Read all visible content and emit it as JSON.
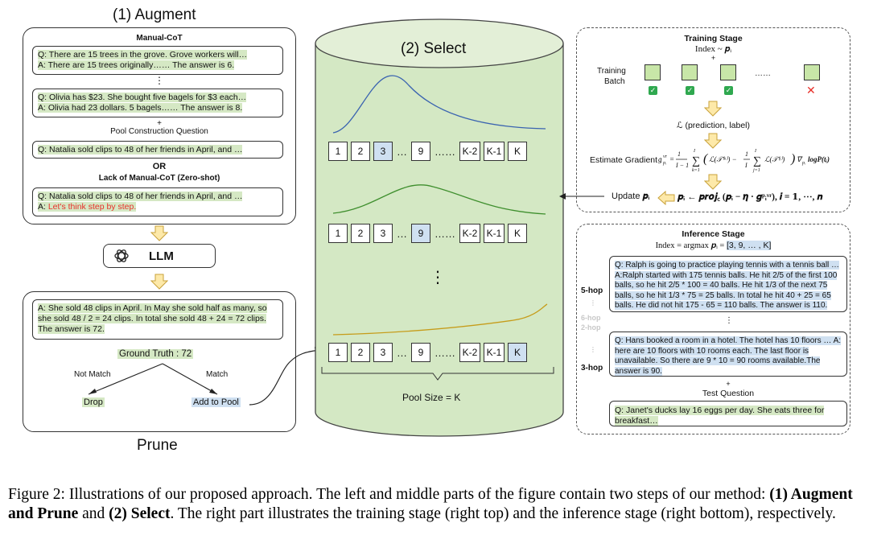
{
  "augment": {
    "title": "(1) Augment",
    "manual_cot": "Manual-CoT",
    "q1": "Q: There are 15 trees in the grove. Grove workers will…",
    "a1": "A: There are 15 trees originally…… The answer is 6.",
    "ellipsis": "⋮",
    "q2": "Q: Olivia has $23. She bought five bagels for $3 each…",
    "a2": "A: Olivia had 23 dollars. 5 bagels…… The answer is 8.",
    "plus": "+",
    "pool_question_label": "Pool Construction Question",
    "pool_q": "Q: Natalia sold clips to 48 of her friends in April, and …",
    "or": "OR",
    "lack_label": "Lack of Manual-CoT (Zero-shot)",
    "zs_q": "Q: Natalia sold clips to 48 of her friends in April, and …",
    "zs_a_prefix": "A: ",
    "zs_a_red": "Let's think step by step.",
    "llm": "LLM"
  },
  "prune": {
    "title": "Prune",
    "answer": "A: She sold 48 clips in April. In May she sold half as many, so she sold 48 / 2 = 24 clips. In total she sold 48 + 24 = 72 clips. The answer is 72.",
    "ground_truth": "Ground Truth : 72",
    "not_match": "Not Match",
    "match": "Match",
    "drop": "Drop",
    "add": "Add to Pool"
  },
  "select": {
    "title": "(2) Select",
    "cells": [
      "1",
      "2",
      "3",
      "…",
      "9",
      "……",
      "K-2",
      "K-1",
      "K"
    ],
    "vdots": "⋮",
    "pool_size": "Pool Size = K"
  },
  "training": {
    "title": "Training Stage",
    "index": "Index ~ 𝒑ᵢ",
    "plus": "+",
    "batch_label_1": "Training",
    "batch_label_2": "Batch",
    "hdots": "……",
    "loss": "ℒ (prediction, label)",
    "estimate": "Estimate Gradient :",
    "update": "Update",
    "update_var": "𝒑ᵢ",
    "update_rule": "𝒑ᵢ ← 𝒑𝒓𝒐𝒋꜀ (𝒑ᵢ − 𝜼 · 𝒈ᵖᵢᵛʳ), 𝒊 = 𝟏, ⋯, 𝒏"
  },
  "inference": {
    "title": "Inference Stage",
    "index_prefix": "Index = argmax 𝒑ᵢ = ",
    "index_value": "[3, 9, … , K]",
    "hop5": "5-hop",
    "hop6": "6-hop",
    "hop2": "2-hop",
    "hop3": "3-hop",
    "ex1": "Q: Ralph is going to practice playing tennis with a tennis ball … A:Ralph started with 175 tennis balls. He hit 2/5 of the first 100 balls, so he hit 2/5 * 100 = 40 balls. He hit 1/3 of the next 75 balls, so he hit 1/3 * 75 = 25 balls. In total he hit 40 + 25 = 65 balls. He did not hit 175 - 65 = 110 balls. The answer is 110.",
    "ex2": "Q: Hans booked a room in a hotel. The hotel has 10 floors … A: here are 10 floors with 10 rooms each. The last floor is unavailable. So there are 9 * 10 = 90 rooms available.The answer is 90.",
    "plus": "+",
    "test_label": "Test Question",
    "test_q": "Q: Janet's ducks lay 16 eggs per day. She eats three for breakfast…"
  },
  "caption": {
    "prefix": "Figure 2: Illustrations of our proposed approach. The left and middle parts of the figure contain two steps of our method: ",
    "b1": "(1) Augment and Prune",
    "mid": " and ",
    "b2": "(2) Select",
    "suffix": ". The right part illustrates the training stage (right top) and the inference stage (right bottom), respectively."
  }
}
